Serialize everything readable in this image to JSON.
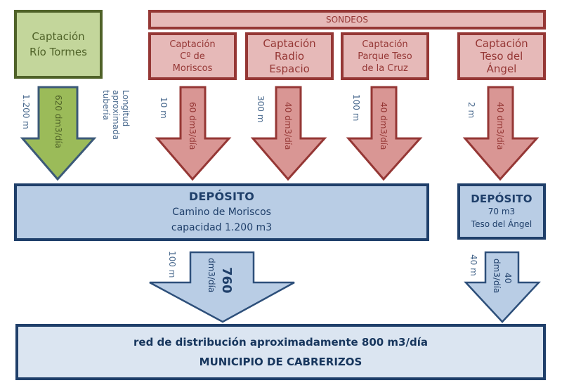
{
  "sources": {
    "river": {
      "lines": [
        "Captación",
        "Río Tormes"
      ]
    },
    "sondeos_label": "SONDEOS",
    "wells": [
      {
        "lines": [
          "Captación",
          "Cº de",
          "Moriscos"
        ]
      },
      {
        "lines": [
          "Captación",
          "Radio",
          "Espacio"
        ]
      },
      {
        "lines": [
          "Captación",
          "Parque Teso",
          "de la Cruz"
        ]
      },
      {
        "lines": [
          "Captación",
          "Teso del",
          "Ángel"
        ]
      }
    ]
  },
  "flows_top": [
    {
      "distance": "1.200 m",
      "flow": "620 dm3/día",
      "note": "Longitud aproximada tubería",
      "color": "#9bbb59"
    },
    {
      "distance": "10 m",
      "flow": "60 dm3/día",
      "color": "#d99694"
    },
    {
      "distance": "300 m",
      "flow": "40 dm3/día",
      "color": "#d99694"
    },
    {
      "distance": "100 m",
      "flow": "40 dm3/día",
      "color": "#d99694"
    },
    {
      "distance": "2 m",
      "flow": "40 dm3/día",
      "color": "#d99694"
    }
  ],
  "deposits": [
    {
      "title": "DEPÓSITO",
      "line1": "Camino de Moriscos",
      "line2": "capacidad 1.200 m3"
    },
    {
      "title": "DEPÓSITO",
      "line1": "70 m3",
      "line2": "Teso del Ángel"
    }
  ],
  "flows_bottom": [
    {
      "distance": "100 m",
      "flow_value": "760",
      "flow_unit": "dm3/día",
      "color": "#b9cde5"
    },
    {
      "distance": "40 m",
      "flow_value": "40",
      "flow_unit": "dm3/día",
      "color": "#b9cde5"
    }
  ],
  "network": {
    "line1": "red de distribución aproximadamente 800 m3/día",
    "line2": "MUNICIPIO DE CABRERIZOS"
  },
  "colors": {
    "green_fill": "#c3d69b",
    "green_border": "#4f6228",
    "red_fill": "#e6b9b8",
    "red_border": "#953735",
    "blue_fill": "#b9cde5",
    "blue_border": "#1f3f6a",
    "final_fill": "#dbe5f1"
  }
}
